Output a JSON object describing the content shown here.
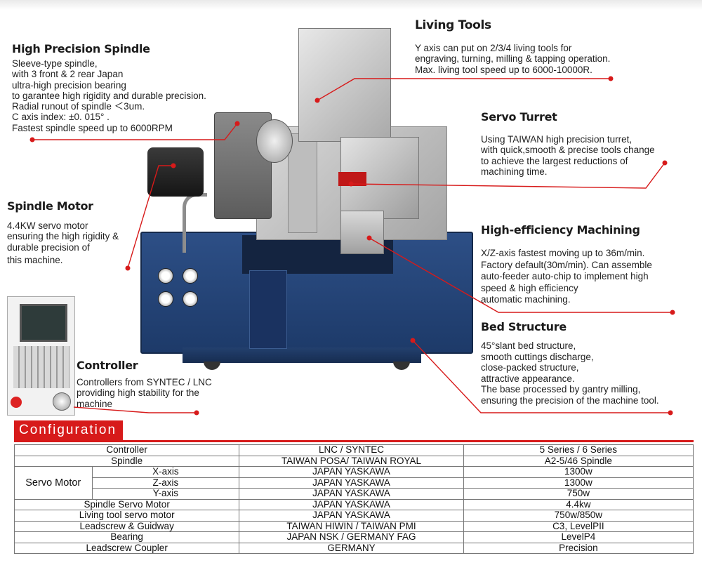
{
  "features": {
    "living_tools": {
      "title": "Living Tools",
      "lines": [
        "Y axis can put on 2/3/4 living tools for",
        "engraving, turning, milling & tapping operation.",
        "Max. living tool speed up to 6000-10000R."
      ]
    },
    "spindle": {
      "title": "High Precision Spindle",
      "lines": [
        "Sleeve-type spindle,",
        "with 3 front & 2 rear Japan",
        "ultra-high precision bearing",
        "to garantee high rigidity and durable precision.",
        "Radial runout of spindle ＜3um.",
        "C axis index: ±0. 015° .",
        "Fastest spindle speed up to 6000RPM"
      ]
    },
    "servo_turret": {
      "title": "Servo Turret",
      "lines": [
        "Using TAIWAN high precision turret,",
        "with quick,smooth & precise tools change",
        "to achieve the largest reductions of",
        "machining time."
      ]
    },
    "spindle_motor": {
      "title": "Spindle Motor",
      "lines": [
        "4.4KW servo motor",
        "ensuring the high rigidity &",
        "durable precision of",
        "this machine."
      ]
    },
    "machining": {
      "title": "High-efficiency Machining",
      "lines": [
        "X/Z-axis fastest moving up to 36m/min.",
        "Factory default(30m/min). Can assemble",
        "auto-feeder auto-chip to implement high",
        "speed & high efficiency",
        "automatic machining."
      ]
    },
    "bed": {
      "title": "Bed Structure",
      "lines": [
        "45°slant bed structure,",
        "smooth cuttings discharge,",
        "close-packed structure,",
        "attractive appearance.",
        "The base processed by gantry milling,",
        "ensuring the precision of the machine tool."
      ]
    },
    "controller": {
      "title": "Controller",
      "lines": [
        "Controllers from SYNTEC / LNC",
        "providing high stability for the",
        "machine"
      ]
    }
  },
  "configuration": {
    "title": "Configuration",
    "rows": [
      {
        "item": "Controller",
        "brand": "LNC / SYNTEC",
        "spec": "5 Series / 6 Series"
      },
      {
        "item": "Spindle",
        "brand": "TAIWAN POSA/ TAIWAN ROYAL",
        "spec": "A2-5/46 Spindle"
      },
      {
        "item": "X-axis",
        "brand": "JAPAN YASKAWA",
        "spec": "1300w"
      },
      {
        "item": "Z-axis",
        "brand": "JAPAN YASKAWA",
        "spec": "1300w"
      },
      {
        "item": "Y-axis",
        "brand": "JAPAN YASKAWA",
        "spec": "750w"
      },
      {
        "item": "Spindle Servo Motor",
        "brand": "JAPAN YASKAWA",
        "spec": "4.4kw"
      },
      {
        "item": "Living tool servo motor",
        "brand": "JAPAN YASKAWA",
        "spec": "750w/850w"
      },
      {
        "item": "Leadscrew & Guidway",
        "brand": "TAIWAN HIWIN / TAIWAN PMI",
        "spec": "C3, LevelPII"
      },
      {
        "item": "Bearing",
        "brand": "JAPAN NSK / GERMANY FAG",
        "spec": "LevelP4"
      },
      {
        "item": "Leadscrew Coupler",
        "brand": "GERMANY",
        "spec": "Precision"
      }
    ],
    "servo_group_label": "Servo Motor"
  },
  "colors": {
    "accent_red": "#d71a1a",
    "cabinet_blue": "#1f3d6e"
  }
}
